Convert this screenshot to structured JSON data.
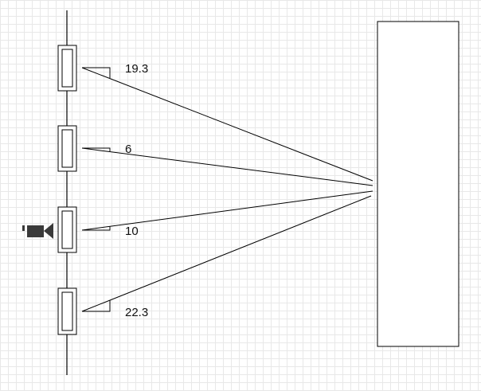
{
  "colors": {
    "stroke": "#000000",
    "icon": "#3a3a3a",
    "grid": "#e8e8e8"
  },
  "icons": {
    "camera": "video-camera-icon"
  },
  "angles": [
    {
      "label": "19.3"
    },
    {
      "label": "6"
    },
    {
      "label": "10"
    },
    {
      "label": "22.3"
    }
  ]
}
